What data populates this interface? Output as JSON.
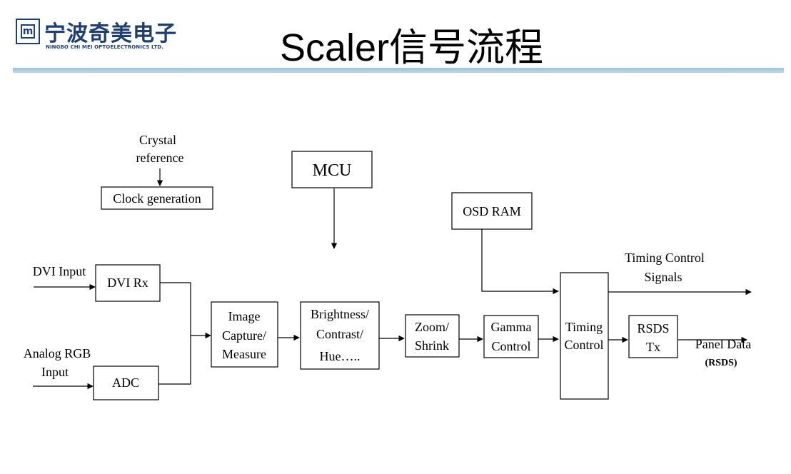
{
  "header": {
    "logo_mark": "m",
    "logo_name": "宁波奇美电子",
    "logo_sub": "NINGBO CHI MEI OPTOELECTRONICS LTD.",
    "title": "Scaler信号流程"
  },
  "diagram": {
    "crystal_line1": "Crystal",
    "crystal_line2": "reference",
    "clock_generation": "Clock generation",
    "mcu": "MCU",
    "osd_ram": "OSD RAM",
    "dvi_input": "DVI Input",
    "dvi_rx": "DVI Rx",
    "analog_line1": "Analog RGB",
    "analog_line2": "Input",
    "adc": "ADC",
    "image_line1": "Image",
    "image_line2": "Capture/",
    "image_line3": "Measure",
    "bright_line1": "Brightness/",
    "bright_line2": "Contrast/",
    "bright_line3": "Hue…..",
    "zoom_line1": "Zoom/",
    "zoom_line2": "Shrink",
    "gamma_line1": "Gamma",
    "gamma_line2": "Control",
    "timing_line1": "Timing",
    "timing_line2": "Control",
    "rsds_line1": "RSDS",
    "rsds_line2": "Tx",
    "tcs_line1": "Timing Control",
    "tcs_line2": "Signals",
    "panel_line1": "Panel Data",
    "panel_line2": "(RSDS)"
  }
}
